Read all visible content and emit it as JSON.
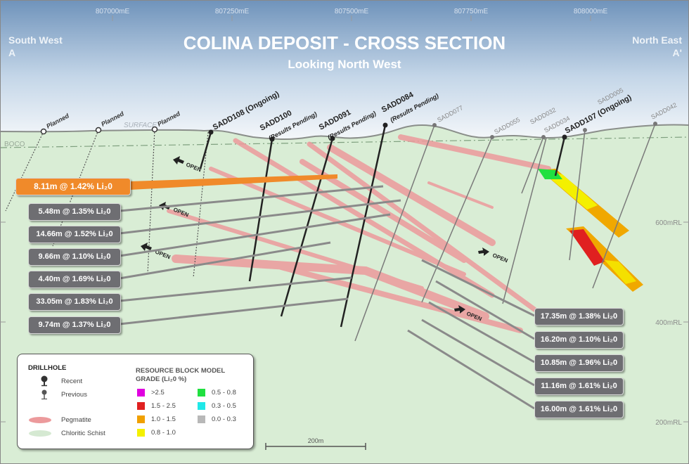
{
  "title": "COLINA DEPOSIT - CROSS SECTION",
  "subtitle": "Looking North West",
  "left_end": {
    "name": "South West",
    "letter": "A"
  },
  "right_end": {
    "name": "North East",
    "letter": "A'"
  },
  "easting_ticks": [
    "807000mE",
    "807250mE",
    "807500mE",
    "807750mE",
    "808000mE"
  ],
  "rl_ticks": [
    "600mRL",
    "400mRL",
    "200mRL"
  ],
  "surface_label": "SURFACE",
  "boco_label": "BOCO",
  "open_label": "OPEN",
  "drillholes": {
    "planned": "Planned",
    "sadd108": "SADD108 (Ongoing)",
    "sadd100": "SADD100",
    "sadd100_note": "(Results Pending)",
    "sadd091": "SADD091",
    "sadd091_note": "(Results Pending)",
    "sadd084": "SADD084",
    "sadd084_note": "(Results Pending)",
    "sadd077": "SADD077",
    "sadd055": "SADD055",
    "sadd032": "SADD032",
    "sadd034": "SADD034",
    "sadd107": "SADD107 (Ongoing)",
    "sadd005": "SADD005",
    "sadd042": "SADD042"
  },
  "intercepts_left": [
    "8.11m @ 1.42% Li₂0",
    "5.48m @ 1.35% Li₂0",
    "14.66m @ 1.52% Li₂0",
    "9.66m @ 1.10% Li₂0",
    "4.40m @ 1.69% Li₂0",
    "33.05m @ 1.83% Li₂0",
    "9.74m @ 1.37% Li₂0"
  ],
  "intercepts_right": [
    "17.35m @ 1.38% Li₂0",
    "16.20m @ 1.10% Li₂0",
    "10.85m @ 1.96% Li₂0",
    "11.16m @ 1.61% Li₂0",
    "16.00m @ 1.61% Li₂0"
  ],
  "scale_bar": "200m",
  "legend": {
    "drillhole_title": "DRILLHOLE",
    "recent": "Recent",
    "previous": "Previous",
    "pegmatite": "Pegmatite",
    "schist": "Chloritic Schist",
    "grade_title_1": "RESOURCE BLOCK MODEL",
    "grade_title_2": "GRADE (Li₂0 %)",
    "grades": [
      {
        "label": ">2.5",
        "color": "#e000e0"
      },
      {
        "label": "1.5 - 2.5",
        "color": "#e02020"
      },
      {
        "label": "1.0 - 1.5",
        "color": "#f0a000"
      },
      {
        "label": "0.8 - 1.0",
        "color": "#f4f000"
      },
      {
        "label": "0.5 - 0.8",
        "color": "#20e040"
      },
      {
        "label": "0.3 - 0.5",
        "color": "#20e8e8"
      },
      {
        "label": "0.0 - 0.3",
        "color": "#b8b8b8"
      }
    ]
  },
  "colors": {
    "sky_top": "#6f93bb",
    "ground": "#d9edd5",
    "pegmatite": "#ec9a9c",
    "label_box": "#6e6e72",
    "highlight_box": "#f08a2a"
  }
}
